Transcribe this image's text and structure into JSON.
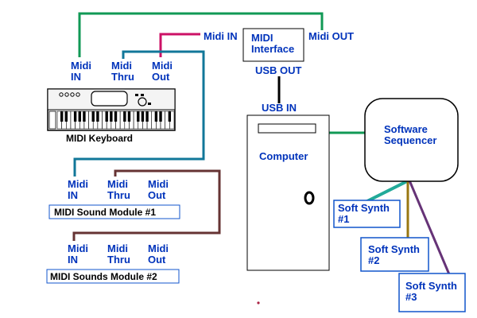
{
  "midi_interface": {
    "label_line1": "MIDI",
    "label_line2": "Interface",
    "in_label": "Midi IN",
    "out_label": "Midi OUT",
    "usb_out_label": "USB OUT"
  },
  "keyboard": {
    "label": "MIDI Keyboard",
    "port_in_l1": "Midi",
    "port_in_l2": "IN",
    "port_thru_l1": "Midi",
    "port_thru_l2": "Thru",
    "port_out_l1": "Midi",
    "port_out_l2": "Out"
  },
  "computer": {
    "label": "Computer",
    "usb_in_label": "USB IN"
  },
  "sequencer": {
    "label_line1": "Software",
    "label_line2": "Sequencer"
  },
  "module1": {
    "label": "MIDI Sound Module #1",
    "port_in_l1": "Midi",
    "port_in_l2": "IN",
    "port_thru_l1": "Midi",
    "port_thru_l2": "Thru",
    "port_out_l1": "Midi",
    "port_out_l2": "Out"
  },
  "module2": {
    "label": "MIDI Sounds Module #2",
    "port_in_l1": "Midi",
    "port_in_l2": "IN",
    "port_thru_l1": "Midi",
    "port_thru_l2": "Thru",
    "port_out_l1": "Midi",
    "port_out_l2": "Out"
  },
  "soft_synths": [
    {
      "line1": "Soft Synth",
      "line2": "#1"
    },
    {
      "line1": "Soft Synth",
      "line2": "#2"
    },
    {
      "line1": "Soft Synth",
      "line2": "#3"
    }
  ],
  "colors": {
    "cable_green": "#119955",
    "cable_magenta": "#cc1166",
    "cable_teal": "#117799",
    "cable_brown": "#663333",
    "cable_olive": "#997711",
    "cable_purple": "#663377",
    "label_blue": "#0033bb",
    "box_blue": "#1155cc"
  }
}
